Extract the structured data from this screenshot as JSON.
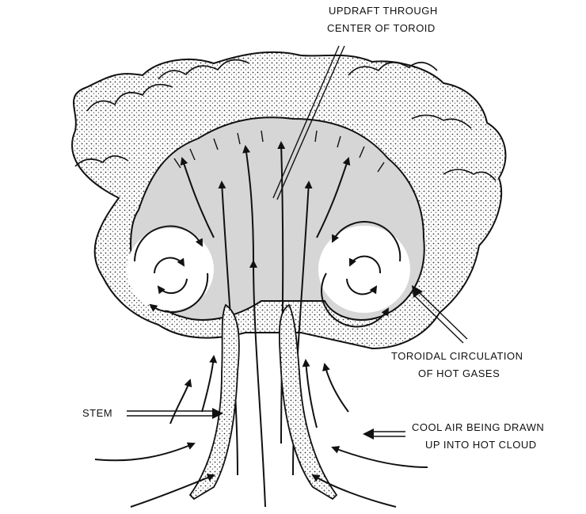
{
  "labels": {
    "updraft_line1": "UPDRAFT THROUGH",
    "updraft_line2": "CENTER OF TOROID",
    "toroidal_line1": "TOROIDAL CIRCULATION",
    "toroidal_line2": "OF HOT GASES",
    "stem": "STEM",
    "cool_air_line1": "COOL AIR  BEING DRAWN",
    "cool_air_line2": "UP INTO HOT CLOUD"
  },
  "colors": {
    "ink": "#111111",
    "cloud_fill": "#ffffff",
    "shaded_fill": "#d9d9d9"
  }
}
